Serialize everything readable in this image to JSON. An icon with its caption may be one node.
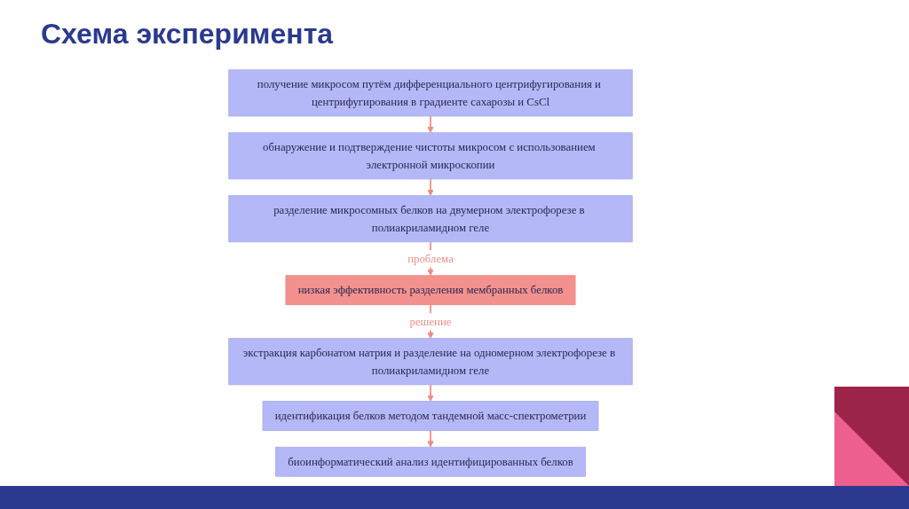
{
  "diagram": {
    "title": "Схема эксперимента",
    "nodes": [
      {
        "text": [
          "получение микросом путём дифференциального центрифугирования и центрифугирования в градиенте сахарозы и CsCl"
        ]
      },
      {
        "text": [
          "обнаружение и подтверждение чистоты микросом с использованием электронной микроскопии"
        ]
      },
      {
        "text": [
          "разделение микросомных белков на двумерном электрофорезе в полиакриламидном геле"
        ]
      },
      {
        "text": [
          "низкая эффективность разделения мембранных белков"
        ]
      },
      {
        "text": [
          "экстракция карбонатом натрия и разделение на одномерном электрофорезе в полиакриламидном геле"
        ]
      },
      {
        "text": [
          "идентификация белков методом тандемной масс-спектрометрии"
        ]
      },
      {
        "text": [
          "биоинформатический анализ идентифицированных белков"
        ]
      }
    ],
    "edges": [
      {
        "from": 0,
        "to": 1,
        "arrow": "to"
      },
      {
        "from": 1,
        "to": 2,
        "arrow": "to"
      },
      {
        "from": 2,
        "to": 3,
        "arrow": "to",
        "label": "проблема"
      },
      {
        "from": 3,
        "to": 4,
        "arrow": "to",
        "label": "решение"
      },
      {
        "from": 4,
        "to": 5,
        "arrow": "to"
      },
      {
        "from": 5,
        "to": 6,
        "arrow": "to"
      }
    ]
  }
}
